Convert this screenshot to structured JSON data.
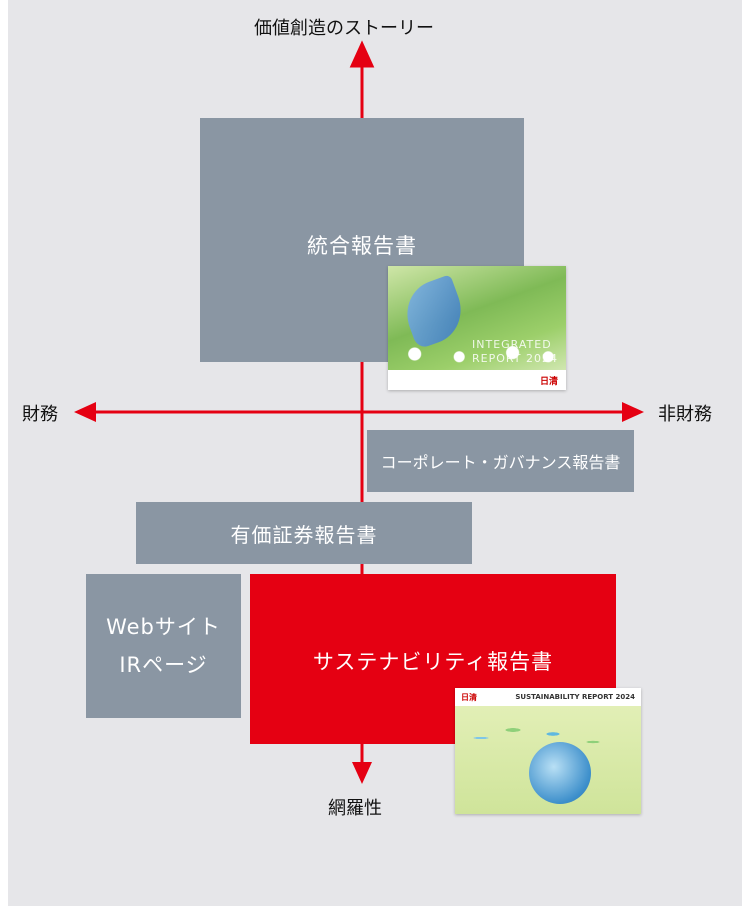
{
  "axes": {
    "top_label": "価値創造のストーリー",
    "bottom_label": "網羅性",
    "left_label": "財務",
    "right_label": "非財務",
    "arrow_color": "#e50012"
  },
  "boxes": {
    "integrated_report": "統合報告書",
    "governance_report": "コーポレート・ガバナンス報告書",
    "securities_report": "有価証券報告書",
    "website_line1": "Webサイト",
    "website_line2": "IRページ",
    "sustainability_report": "サステナビリティ報告書"
  },
  "covers": {
    "integrated": {
      "title_line1": "INTEGRATED",
      "title_line2": "REPORT 2024",
      "logo": "日清"
    },
    "sustainability": {
      "title": "SUSTAINABILITY REPORT 2024",
      "logo": "日清"
    }
  },
  "colors": {
    "background": "#e6e6e9",
    "box_gray": "#8a96a3",
    "box_red": "#e50012"
  }
}
